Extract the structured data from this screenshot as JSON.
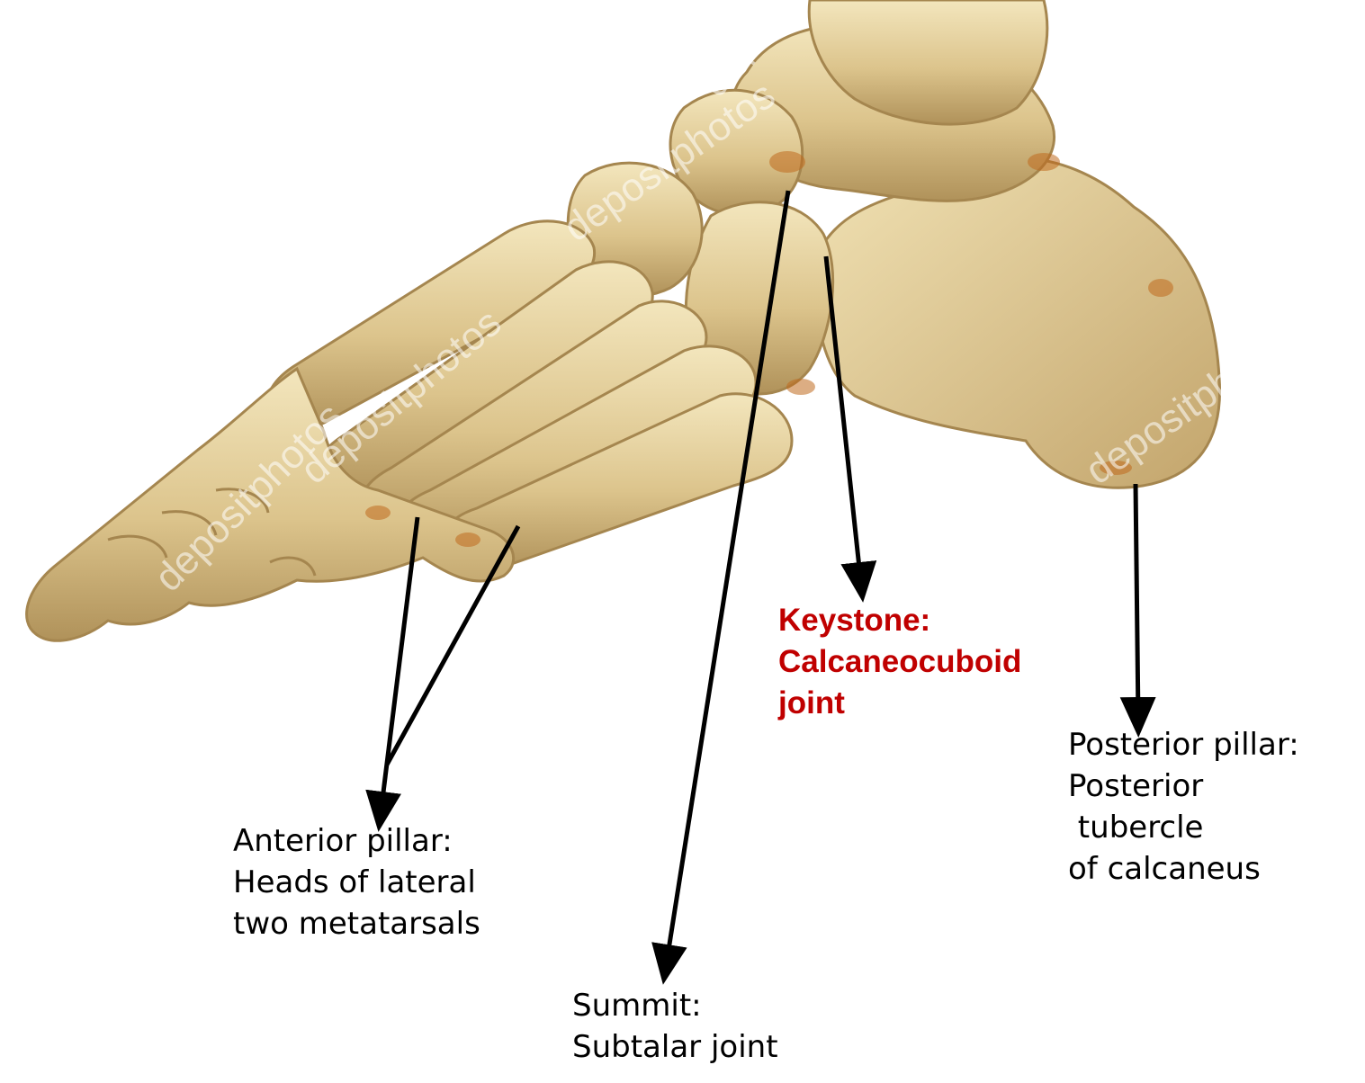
{
  "labels": {
    "keystone": {
      "lines": [
        "Keystone:",
        "Calcaneocuboid",
        "joint"
      ],
      "color": "#c00000"
    },
    "posterior_pillar": {
      "lines": [
        "Posterior pillar:",
        "Posterior",
        " tubercle",
        "of calcaneus"
      ]
    },
    "anterior_pillar": {
      "lines": [
        "Anterior pillar:",
        "Heads of lateral",
        "two metatarsals"
      ]
    },
    "summit": {
      "lines": [
        "Summit:",
        "Subtalar joint"
      ]
    }
  },
  "watermark": "depositphotos",
  "colors": {
    "bone_light": "#efe0b0",
    "bone_mid": "#d8bf86",
    "bone_dark": "#a98a52",
    "joint": "#c06a1e",
    "arrow": "#000000"
  }
}
